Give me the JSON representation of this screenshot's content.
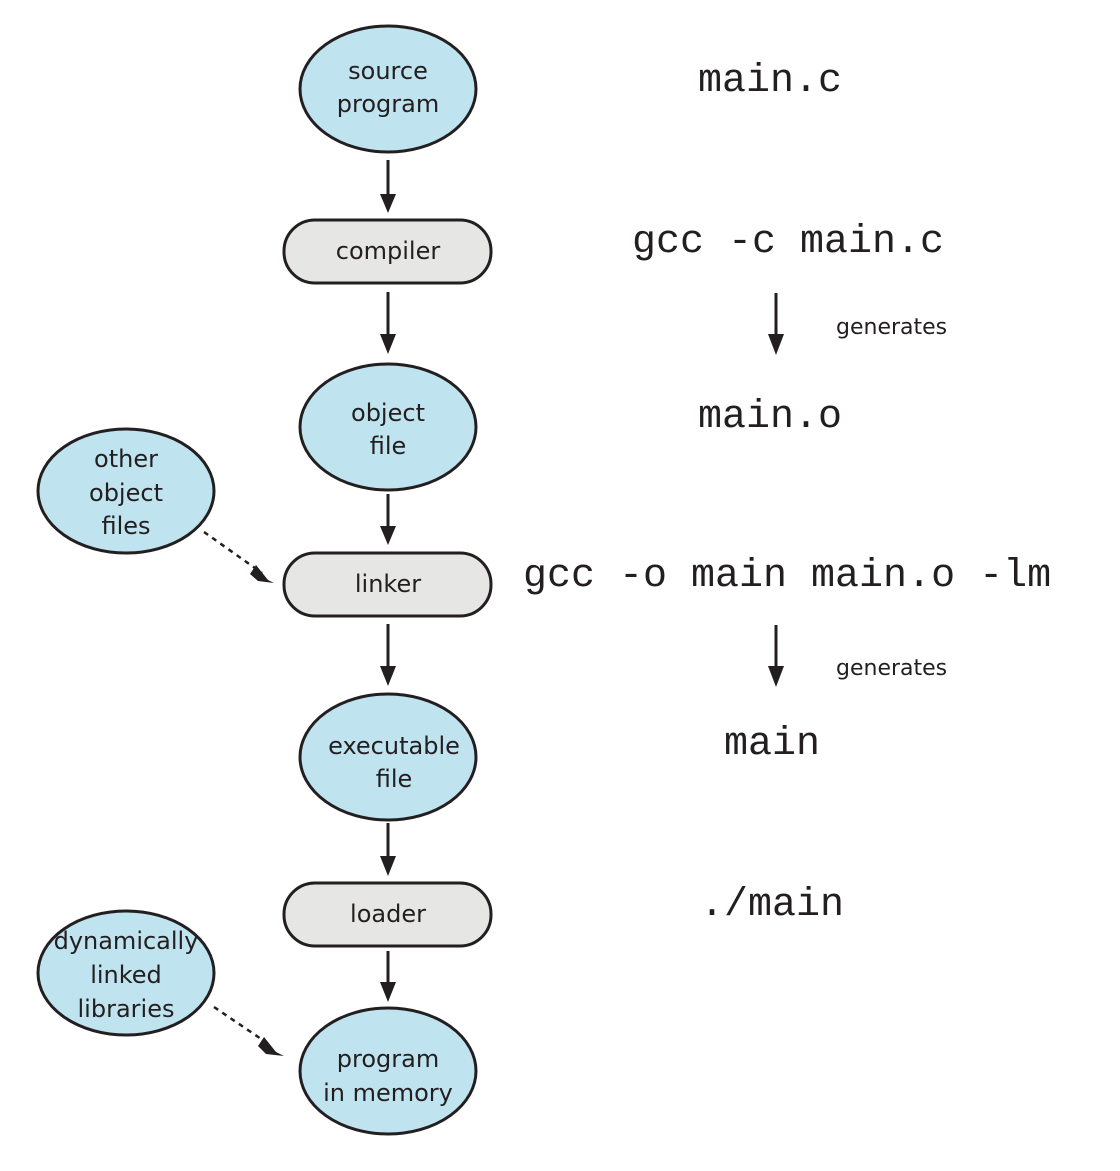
{
  "nodes": {
    "source_program": [
      "source",
      "program"
    ],
    "compiler": "compiler",
    "object_file": [
      "object",
      "file"
    ],
    "other_object_files": [
      "other",
      "object",
      "files"
    ],
    "linker": "linker",
    "executable_file": [
      "executable",
      "file"
    ],
    "loader": "loader",
    "dynamically_linked_libraries": [
      "dynamically",
      "linked",
      "libraries"
    ],
    "program_in_memory": [
      "program",
      "in memory"
    ]
  },
  "commands": {
    "source": "main.c",
    "compile": "gcc -c main.c",
    "object": "main.o",
    "link": "gcc -o main main.o -lm",
    "executable": "main",
    "run": "./main"
  },
  "generates_label": "generates",
  "colors": {
    "ellipse_fill": "#bfe3ef",
    "box_fill": "#e6e6e4",
    "stroke": "#231f20"
  }
}
